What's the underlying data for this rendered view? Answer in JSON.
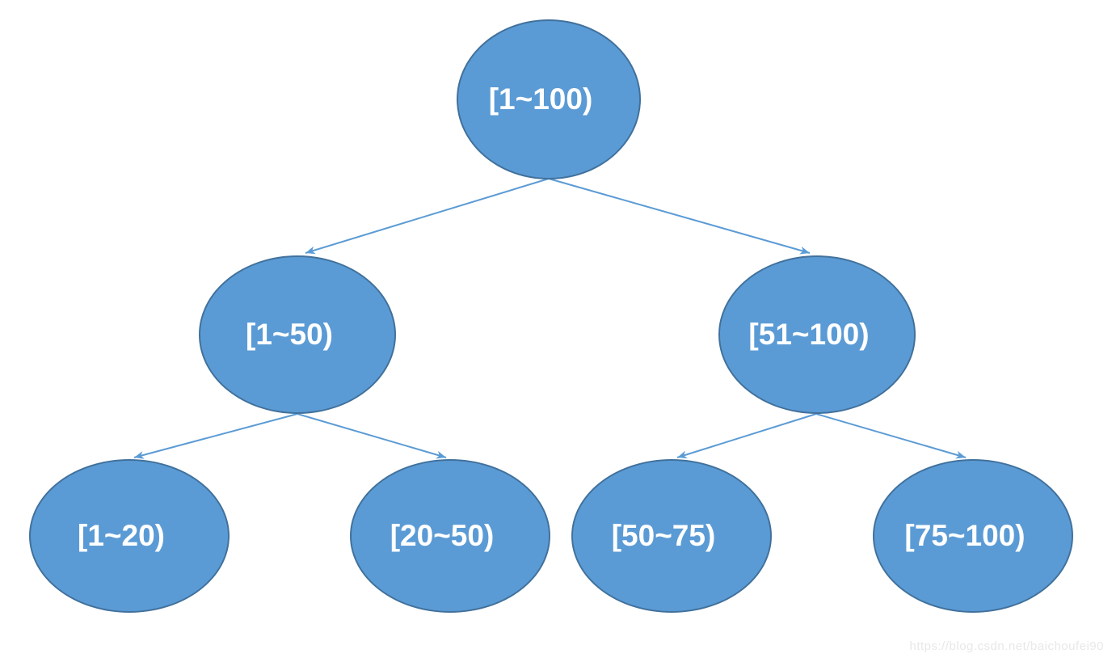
{
  "diagram": {
    "type": "binary-tree",
    "title_hint": "interval partition tree",
    "nodes": [
      {
        "id": "root",
        "label": "[1~100)"
      },
      {
        "id": "left",
        "label": "[1~50)"
      },
      {
        "id": "right",
        "label": "[51~100)"
      },
      {
        "id": "left-left",
        "label": "[1~20)"
      },
      {
        "id": "left-right",
        "label": "[20~50)"
      },
      {
        "id": "right-left",
        "label": "[50~75)"
      },
      {
        "id": "right-right",
        "label": "[75~100)"
      }
    ],
    "edges": [
      {
        "from": "[1~100)",
        "to": "[1~50)"
      },
      {
        "from": "[1~100)",
        "to": "[51~100)"
      },
      {
        "from": "[1~50)",
        "to": "[1~20)"
      },
      {
        "from": "[1~50)",
        "to": "[20~50)"
      },
      {
        "from": "[51~100)",
        "to": "[50~75)"
      },
      {
        "from": "[51~100)",
        "to": "[75~100)"
      }
    ]
  },
  "colors": {
    "node_fill": "#5b9bd5",
    "node_border": "#41719c",
    "connector": "#5b9bd5",
    "node_text": "#ffffff",
    "watermark_text": "#e8e8e8",
    "background": "#ffffff"
  },
  "watermark": {
    "text": "https://blog.csdn.net/baichoufei90"
  }
}
